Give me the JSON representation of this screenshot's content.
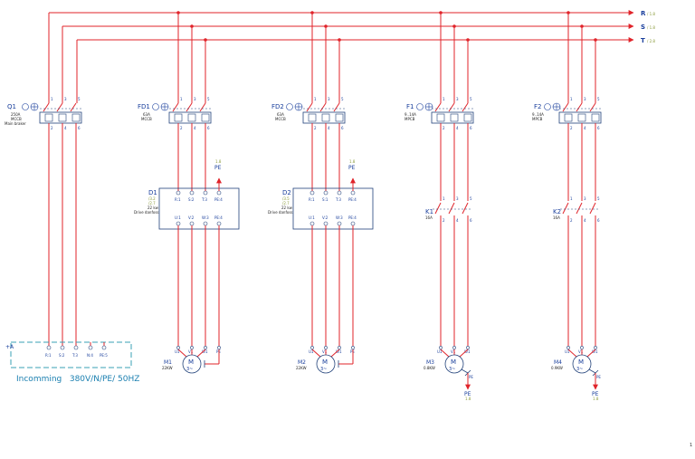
{
  "buses": [
    {
      "label": "R",
      "ref": "/ 1.8"
    },
    {
      "label": "S",
      "ref": "/ 1.8"
    },
    {
      "label": "T",
      "ref": "/ 2.8"
    }
  ],
  "q1": {
    "tag": "Q1",
    "rating": "250A",
    "type": "MCCB",
    "desc": "Main braker",
    "pins_top": [
      "1",
      "3",
      "5"
    ],
    "pins_bot": [
      "2",
      "4",
      "6"
    ]
  },
  "fd1": {
    "tag": "FD1",
    "rating": "63A",
    "type": "MCCB",
    "pins_top": [
      "1",
      "3",
      "5"
    ],
    "pins_bot": [
      "2",
      "4",
      "6"
    ]
  },
  "fd2": {
    "tag": "FD2",
    "rating": "63A",
    "type": "MCCB",
    "pins_top": [
      "1",
      "3",
      "5"
    ],
    "pins_bot": [
      "2",
      "4",
      "6"
    ]
  },
  "f1": {
    "tag": "F1",
    "rating": "9..14A",
    "type": "MPCB",
    "pins_top": [
      "1",
      "3",
      "5"
    ],
    "pins_bot": [
      "2",
      "4",
      "6"
    ]
  },
  "f2": {
    "tag": "F2",
    "rating": "9..14A",
    "type": "MPCB",
    "pins_top": [
      "1",
      "3",
      "5"
    ],
    "pins_bot": [
      "2",
      "4",
      "6"
    ]
  },
  "d1": {
    "tag": "D1",
    "sub1": "/3.2",
    "sub2": "/2.7",
    "power": "22 kw",
    "brand": "Drive danfoss",
    "in": [
      "R:1",
      "S:2",
      "T:3",
      "PE:4"
    ],
    "out": [
      "U:1",
      "V:2",
      "W:3",
      "PE:4"
    ]
  },
  "d2": {
    "tag": "D2",
    "sub1": "/3.5",
    "sub2": "/2.7",
    "power": "22 kw",
    "brand": "Drive danfoss",
    "in": [
      "R:1",
      "S:1",
      "T:3",
      "PE:4"
    ],
    "out": [
      "U:1",
      "V:2",
      "W:3",
      "PE:4"
    ]
  },
  "pe_refs": {
    "d1": "1.8",
    "d2": "1.8",
    "m3": "1.8",
    "m4": "1.8"
  },
  "pe_label": "PE",
  "k1": {
    "tag": "K1",
    "rating": "16A",
    "pins_top": [
      "1",
      "3",
      "5"
    ],
    "pins_bot": [
      "2",
      "4",
      "6"
    ]
  },
  "k2": {
    "tag": "K2",
    "rating": "16A",
    "pins_top": [
      "1",
      "3",
      "5"
    ],
    "pins_bot": [
      "2",
      "4",
      "6"
    ]
  },
  "motors": [
    {
      "tag": "M1",
      "power": "22KW",
      "symbol": "M",
      "phase": "3~",
      "terms": [
        "U1",
        "V1",
        "W1",
        "PE"
      ]
    },
    {
      "tag": "M2",
      "power": "22KW",
      "symbol": "M",
      "phase": "3~",
      "terms": [
        "U1",
        "V1",
        "W1",
        "PE"
      ]
    },
    {
      "tag": "M3",
      "power": "0.8KW",
      "symbol": "M",
      "phase": "3~",
      "terms": [
        "U1",
        "V1",
        "W1"
      ],
      "pe_pin": "PE"
    },
    {
      "tag": "M4",
      "power": "0.9KW",
      "symbol": "M",
      "phase": "3~",
      "terms": [
        "U1",
        "V1",
        "W1"
      ],
      "pe_pin": "PE"
    }
  ],
  "terminal": {
    "tag": "+A",
    "pins": [
      "R:1",
      "S:2",
      "T:3",
      "N:4",
      "PE:5"
    ],
    "caption": "Incomming   380V/N/PE/ 50HZ"
  },
  "page_number": "1",
  "colors": {
    "wire": "#e0232a",
    "label": "#1a3f9c",
    "box": "#22427a",
    "dashed": "#3aa0b5",
    "sub": "#8a9a3a"
  }
}
